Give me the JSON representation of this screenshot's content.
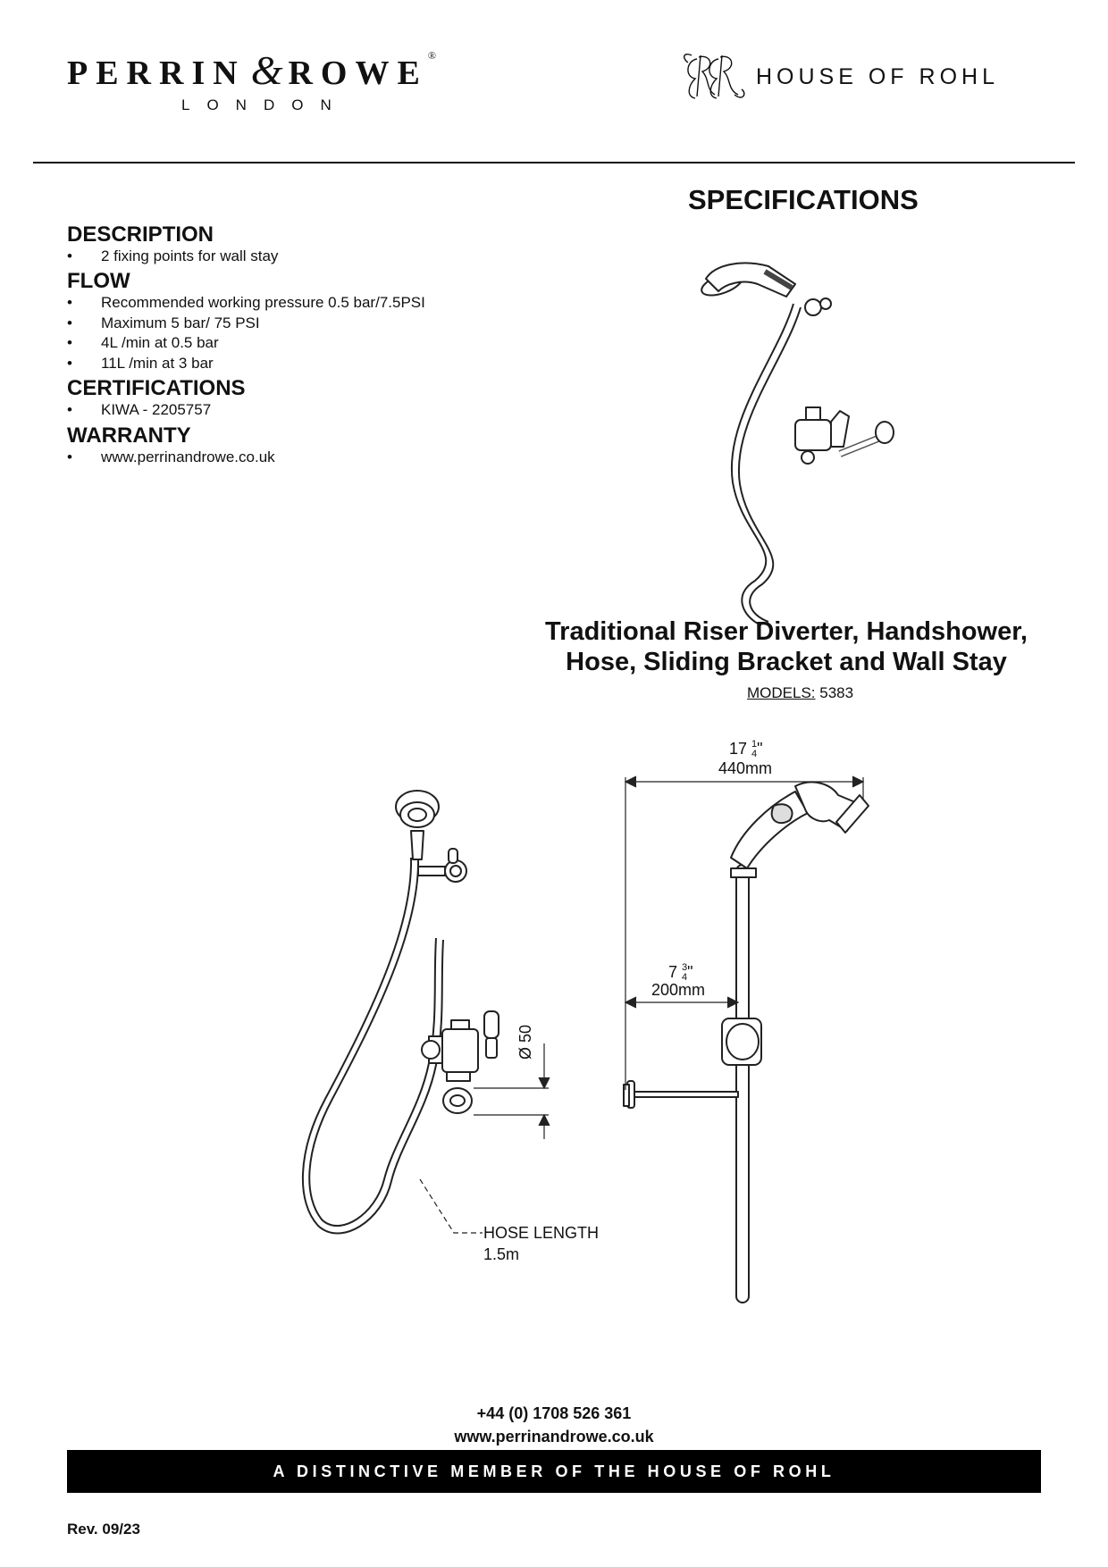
{
  "header": {
    "brand_name_1": "PERRIN",
    "brand_ampersand": "&",
    "brand_name_2": "ROWE",
    "registered_mark": "®",
    "brand_city": "LONDON",
    "parent_brand": "HOUSE OF ROHL"
  },
  "specs_title": "SPECIFICATIONS",
  "sections": [
    {
      "heading": "DESCRIPTION",
      "items": [
        "2 fixing points for wall stay"
      ]
    },
    {
      "heading": "FLOW",
      "items": [
        "Recommended working pressure 0.5 bar/7.5PSI",
        "Maximum 5 bar/ 75 PSI",
        "4L /min at 0.5 bar",
        "11L /min at 3 bar"
      ]
    },
    {
      "heading": "CERTIFICATIONS",
      "items": [
        "KIWA - 2205757"
      ]
    },
    {
      "heading": "WARRANTY",
      "items": [
        "www.perrinandrowe.co.uk"
      ]
    }
  ],
  "product": {
    "title_line_1": "Traditional Riser Diverter, Handshower,",
    "title_line_2": "Hose, Sliding Bracket and Wall Stay",
    "models_label": "MODELS:",
    "models_value": "5383"
  },
  "dimensions": {
    "width_inch_whole": "17",
    "width_inch_num": "1",
    "width_inch_den": "4",
    "width_inch_mark": "\"",
    "width_mm": "440mm",
    "stay_inch_whole": "7",
    "stay_inch_num": "3",
    "stay_inch_den": "4",
    "stay_inch_mark": "\"",
    "stay_mm": "200mm",
    "diameter": "Ø 50",
    "hose_label": "HOSE LENGTH",
    "hose_value": "1.5m"
  },
  "footer": {
    "phone": "+44 (0) 1708 526 361",
    "website": "www.perrinandrowe.co.uk",
    "tagline": "A DISTINCTIVE MEMBER OF THE HOUSE OF ROHL",
    "revision": "Rev. 09/23"
  }
}
